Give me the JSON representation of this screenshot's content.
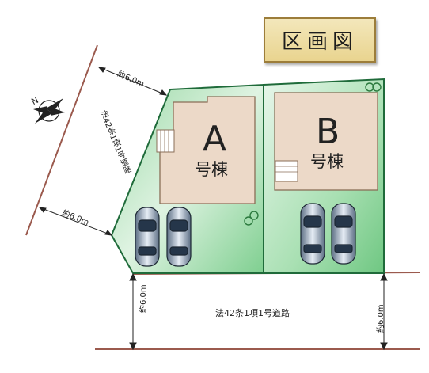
{
  "title": "区画図",
  "lots": {
    "a": {
      "letter": "A",
      "name": "号棟"
    },
    "b": {
      "letter": "B",
      "name": "号棟"
    }
  },
  "roads": {
    "west_label": "法42条1項1号道路",
    "south_label": "法42条1項1号道路",
    "west_width_top": "約6.0m",
    "west_width_bottom": "約6.0m",
    "south_width_left": "約6.0m",
    "south_width_right": "約6.0m"
  },
  "compass_letter": "N",
  "colors": {
    "lot_green": "#7ccf8f",
    "lot_border": "#1f6b3a",
    "house_fill": "#ecd9c8",
    "house_border": "#8a6e57",
    "road_line": "#9b5a4e",
    "title_bg": "#efe1a8"
  }
}
